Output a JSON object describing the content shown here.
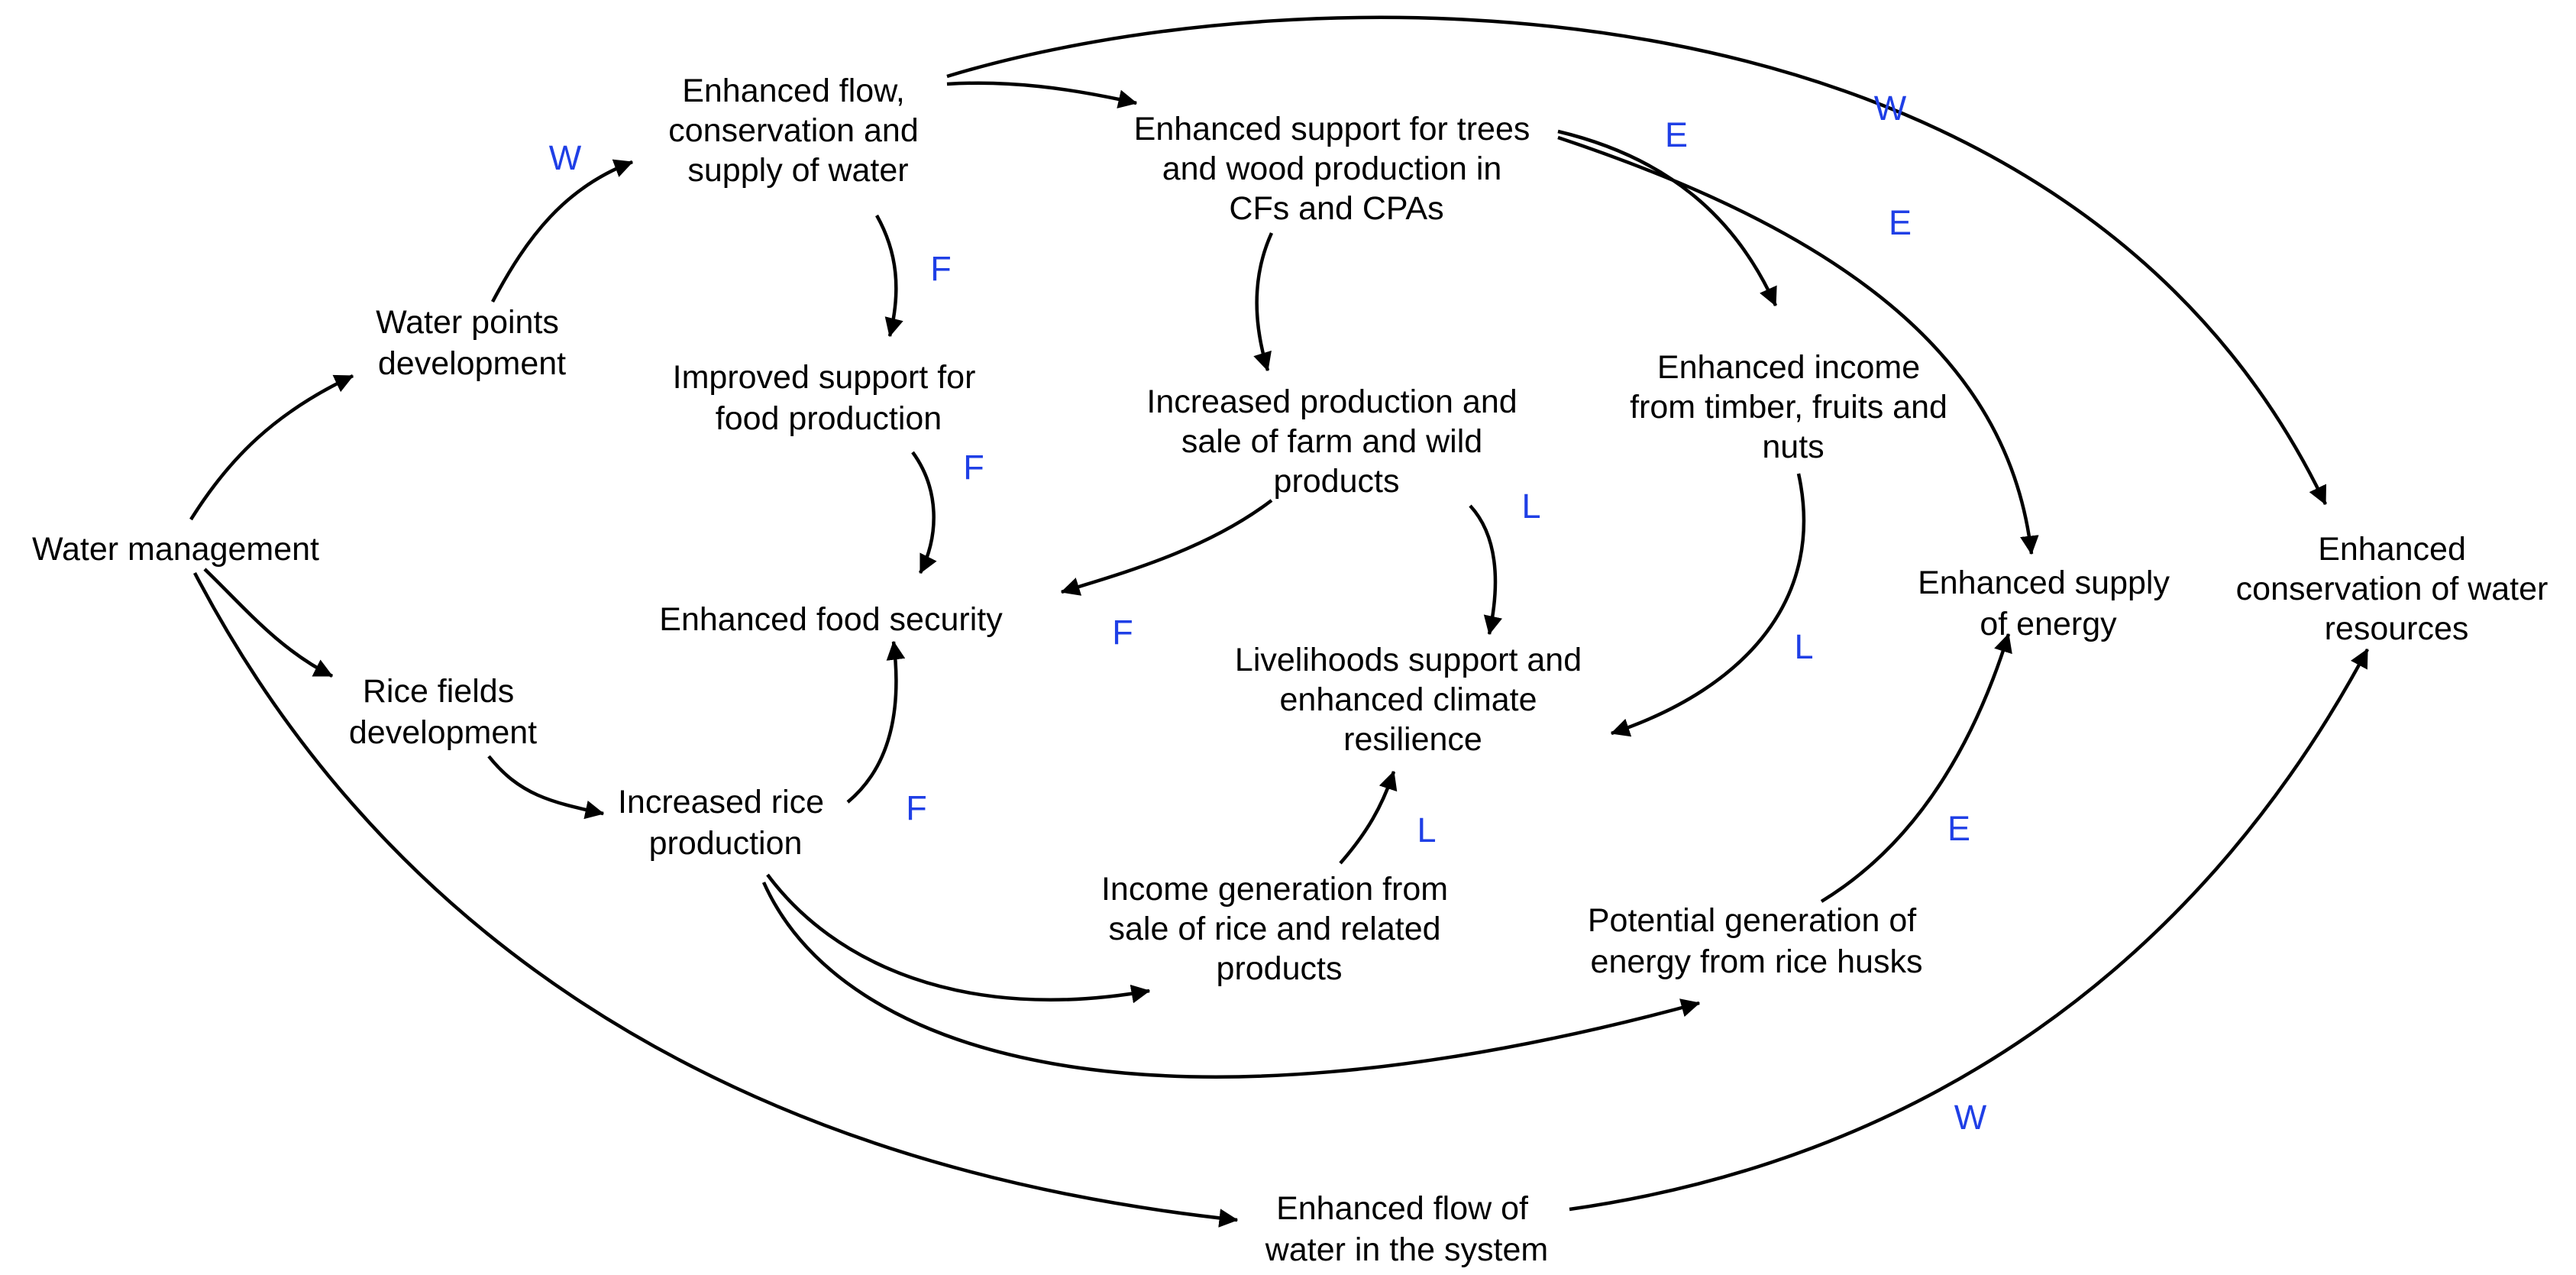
{
  "nodes": {
    "water_management": [
      "Water management"
    ],
    "water_points": [
      "Water points",
      "development"
    ],
    "rice_fields": [
      "Rice fields",
      "development"
    ],
    "enhanced_flow_supply": [
      "Enhanced flow,",
      "conservation and",
      "supply of water"
    ],
    "improved_food_support": [
      "Improved support for",
      "food production"
    ],
    "food_security": [
      "Enhanced food security"
    ],
    "rice_production": [
      "Increased rice",
      "production"
    ],
    "trees_support": [
      "Enhanced support for trees",
      "and wood production in",
      "CFs and CPAs"
    ],
    "farm_wild_products": [
      "Increased production and",
      "sale of farm and wild",
      "products"
    ],
    "livelihoods": [
      "Livelihoods support and",
      "enhanced climate",
      "resilience"
    ],
    "income_rice": [
      "Income generation from",
      "sale of rice and related",
      "products"
    ],
    "income_timber": [
      "Enhanced income",
      "from timber, fruits and",
      "nuts"
    ],
    "energy_supply": [
      "Enhanced supply",
      "of energy"
    ],
    "energy_husks": [
      "Potential generation of",
      "energy from rice husks"
    ],
    "conservation": [
      "Enhanced",
      "conservation of water",
      "resources"
    ],
    "flow_system": [
      "Enhanced flow of",
      "water in the system"
    ]
  },
  "link_labels": {
    "w1": "W",
    "w2": "W",
    "w3": "W",
    "f1": "F",
    "f2": "F",
    "f3": "F",
    "f4": "F",
    "e1": "E",
    "e2": "E",
    "e3": "E",
    "l1": "L",
    "l2": "L",
    "l3": "L"
  },
  "colors": {
    "label": "#1f3fe6",
    "edge": "#000000",
    "text": "#000000"
  }
}
